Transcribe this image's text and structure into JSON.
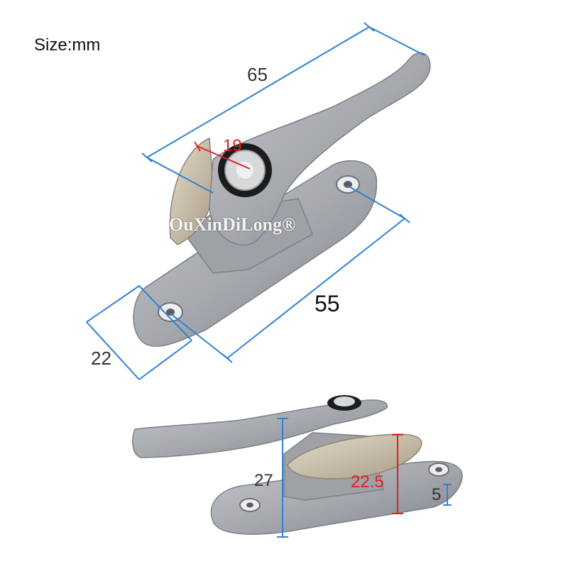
{
  "header": {
    "size_label": "Size:mm"
  },
  "dimensions": {
    "length_total": "65",
    "length_base": "55",
    "width_base": "22",
    "knob_diameter": "19",
    "height_total": "27",
    "cam_height": "22.5",
    "base_thickness": "5"
  },
  "watermark": {
    "text": "OuXinDiLong®"
  },
  "colors": {
    "metal": "#a9acb1",
    "metal_dark": "#7c8086",
    "dimension_line": "#2f82d6",
    "dimension_line_red": "#e02020",
    "cam": "#c9bca4"
  }
}
